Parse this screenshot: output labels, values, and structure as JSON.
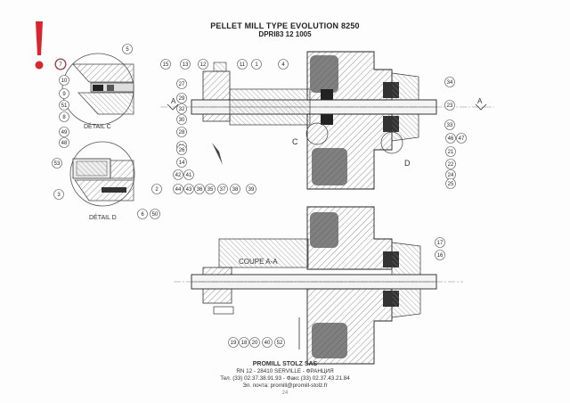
{
  "header": {
    "title": "PELLET MILL TYPE EVOLUTION 8250",
    "code": "DPRI83 12 1005"
  },
  "view_labels": [
    "DÉTAIL C",
    "DÉTAIL D",
    "COUPE A-A",
    "A",
    "A",
    "C",
    "D"
  ],
  "callouts": [
    "5",
    "7",
    "10",
    "9",
    "51",
    "8",
    "49",
    "48",
    "53",
    "3",
    "2",
    "6",
    "50",
    "15",
    "13",
    "12",
    "11",
    "1",
    "4",
    "27",
    "29",
    "32",
    "30",
    "28",
    "31",
    "26",
    "14",
    "42",
    "41",
    "44",
    "43",
    "36",
    "35",
    "37",
    "38",
    "39",
    "34",
    "23",
    "33",
    "46",
    "47",
    "21",
    "22",
    "24",
    "25",
    "17",
    "16",
    "19",
    "18",
    "20",
    "40",
    "52"
  ],
  "footer": {
    "company": "PROMILL STOLZ SAS",
    "address": "RN 12 - 28410 SERVILLE - ФРАНЦИЯ",
    "phone": "Тел. (33) 02.37.38.91.93 - Факс (33)  02.37.43.21.84",
    "email": "Эл. почта: promill@promill-stolz.fr",
    "page": "24"
  }
}
